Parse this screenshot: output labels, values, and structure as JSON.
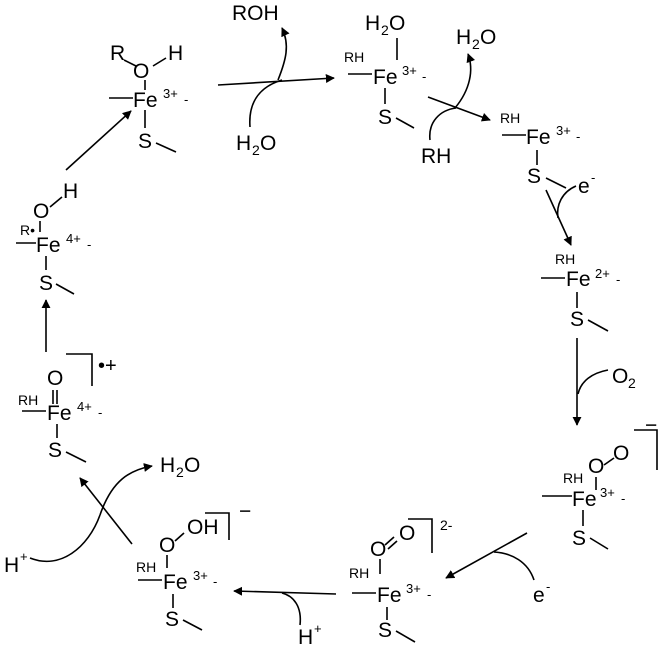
{
  "iron": {
    "symbol": "Fe",
    "ox2": "2+",
    "ox3": "3+",
    "ox4": "4+",
    "dash": "-"
  },
  "atoms": {
    "oxygen": "O",
    "sulfur": "S",
    "r": "R",
    "h": "H",
    "oh": "OH",
    "rh": "RH",
    "radical_r": "R•"
  },
  "species": {
    "water": "H",
    "water_sub": "2",
    "water_o": "O",
    "oxygen_gas": "O",
    "oxygen_gas_sub": "2",
    "alcohol": "ROH",
    "substrate": "RH",
    "electron": "e",
    "electron_sup": "-",
    "proton": "H",
    "proton_sup": "+"
  },
  "charges": {
    "minus": "−",
    "two_minus": "2-",
    "radical_cation": "•+"
  }
}
